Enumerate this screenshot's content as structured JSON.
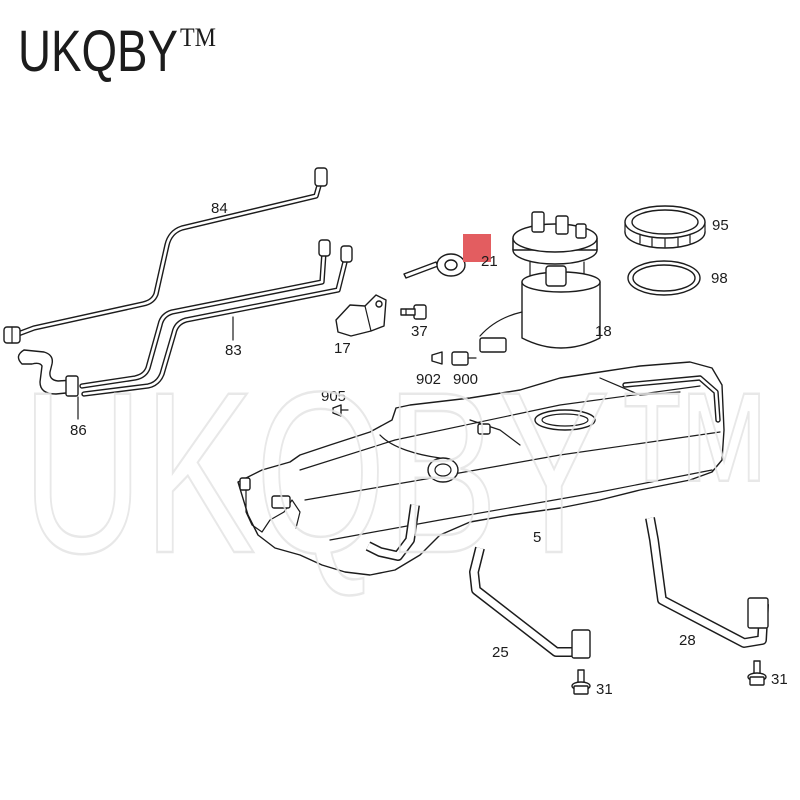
{
  "brand": {
    "name": "UKQBY",
    "trademark": "TM"
  },
  "watermark": {
    "text": "UKQBY™"
  },
  "parts": [
    {
      "number": "84"
    },
    {
      "number": "83"
    },
    {
      "number": "86"
    },
    {
      "number": "17"
    },
    {
      "number": "37"
    },
    {
      "number": "21"
    },
    {
      "number": "18"
    },
    {
      "number": "95"
    },
    {
      "number": "98"
    },
    {
      "number": "902"
    },
    {
      "number": "900"
    },
    {
      "number": "905"
    },
    {
      "number": "5"
    },
    {
      "number": "25"
    },
    {
      "number": "31"
    },
    {
      "number": "28"
    },
    {
      "number": "31"
    }
  ],
  "colors": {
    "line": "#1c1c1c",
    "background": "#ffffff",
    "highlight": "#e35d60",
    "watermark": "#e4e4e4"
  }
}
